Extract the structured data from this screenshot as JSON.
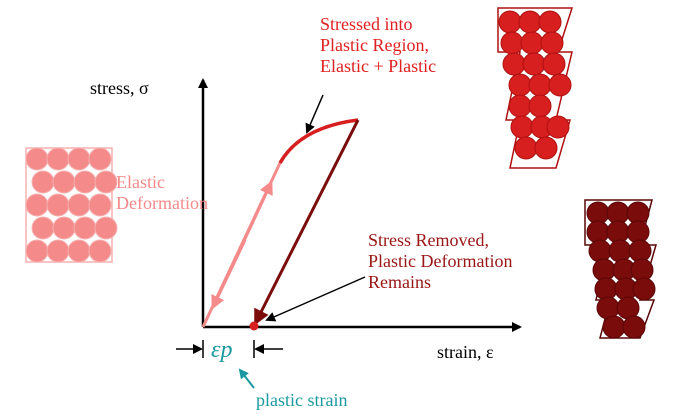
{
  "colors": {
    "elastic_pink": "#f48a8a",
    "plastic_red": "#d71f1f",
    "removed_dark_red": "#7a0c0c",
    "axis_black": "#000000",
    "plastic_strain_teal": "#1a9aa0"
  },
  "axes": {
    "y_label": "stress, σ",
    "x_label": "strain, ε"
  },
  "labels": {
    "elastic": [
      "Elastic",
      "Deformation"
    ],
    "stressed": [
      "Stressed into",
      "Plastic Region,",
      "Elastic + Plastic"
    ],
    "removed": [
      "Stress Removed,",
      "Plastic Deformation",
      "Remains"
    ],
    "epsilon_p": "εp",
    "plastic_strain": "plastic strain"
  },
  "atom_blocks": {
    "elastic": {
      "state": "undeformed lattice",
      "color": "pink"
    },
    "plastic_loaded": {
      "state": "sheared lattice under load",
      "color": "red"
    },
    "plastic_unloaded": {
      "state": "permanently sheared lattice",
      "color": "dark-red"
    }
  }
}
